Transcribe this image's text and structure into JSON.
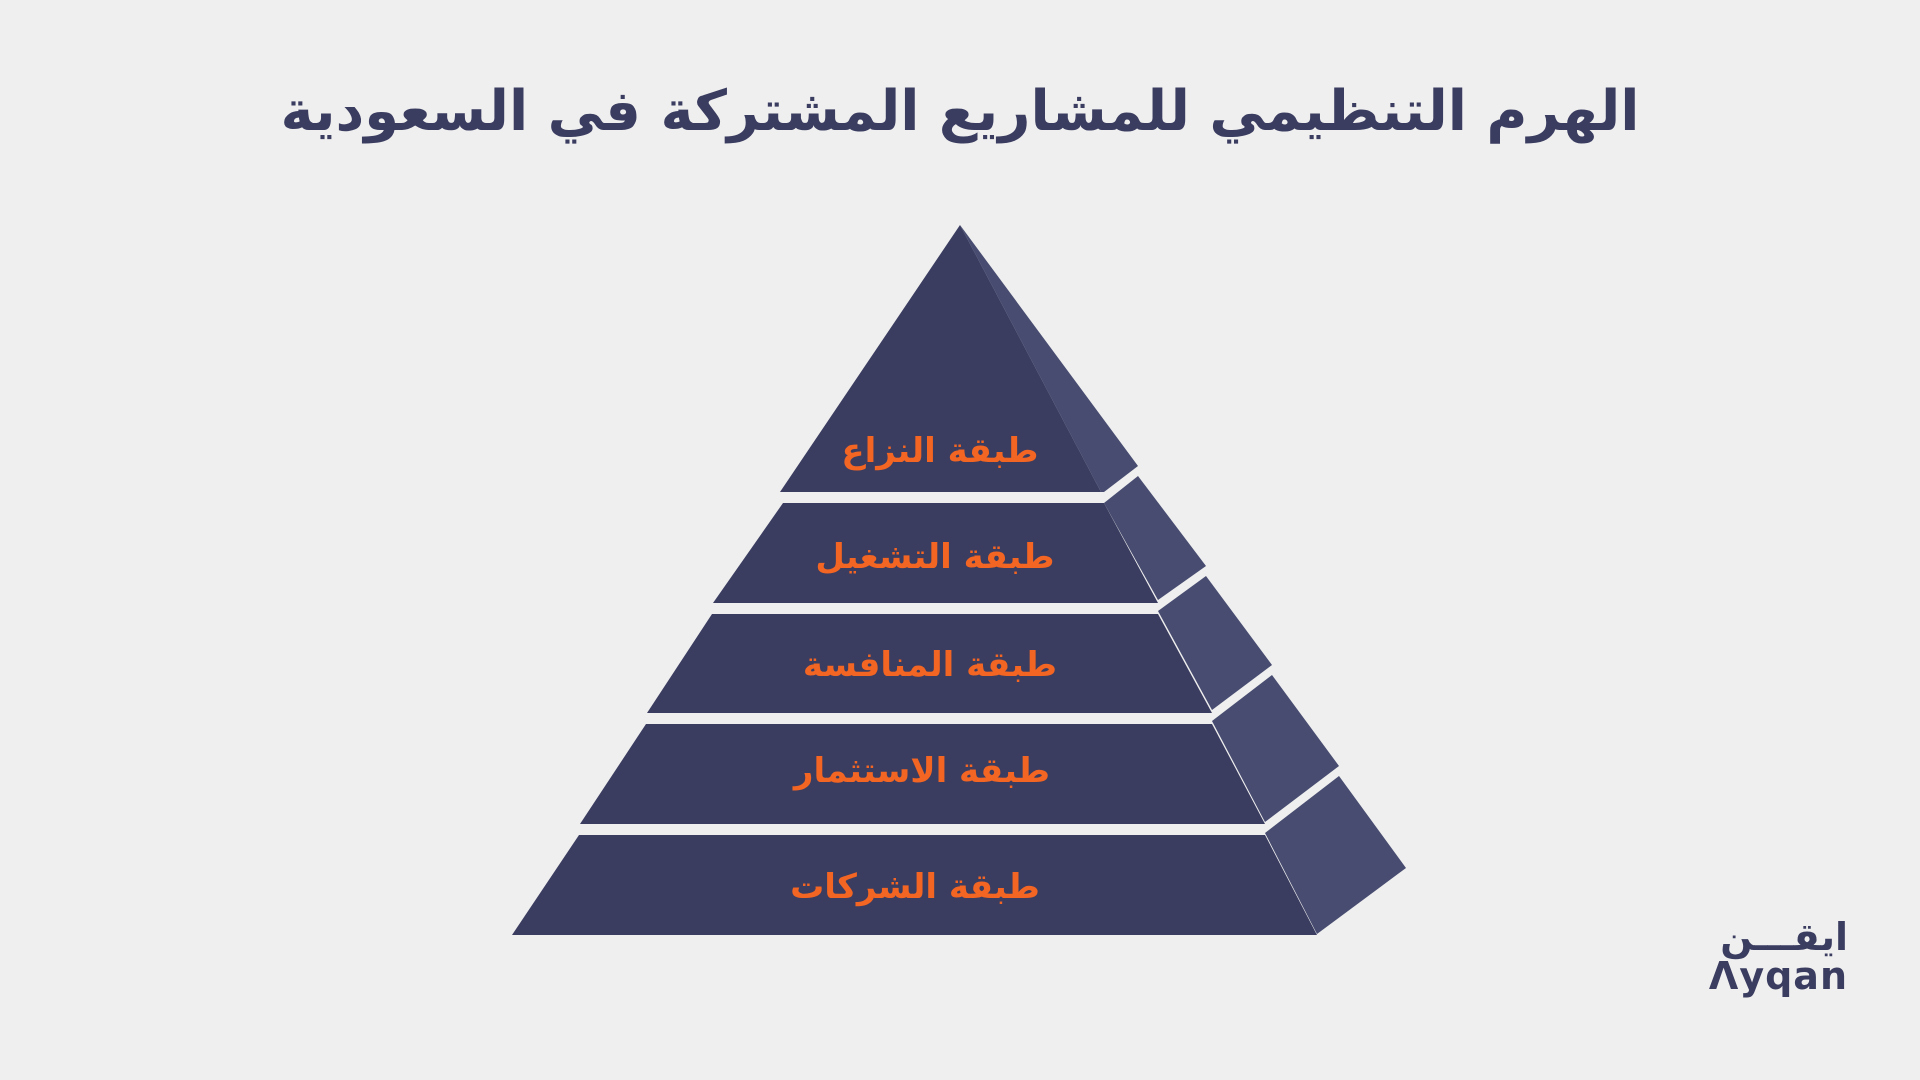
{
  "title": "الهرم التنظيمي للمشاريع المشتركة في السعودية",
  "pyramid": {
    "layers": [
      {
        "label": "طبقة النزاع"
      },
      {
        "label": "طبقة التشغيل"
      },
      {
        "label": "طبقة المنافسة"
      },
      {
        "label": "طبقة الاستثمار"
      },
      {
        "label": "طبقة الشركات"
      }
    ]
  },
  "colors": {
    "background": "#efefef",
    "front_face": "#3a3c60",
    "side_face": "#474c70",
    "separator": "#efefef",
    "label": "#f26522",
    "title": "#3a3c60"
  },
  "logo": {
    "arabic": "ايقـــن",
    "english": "Λyqan"
  }
}
